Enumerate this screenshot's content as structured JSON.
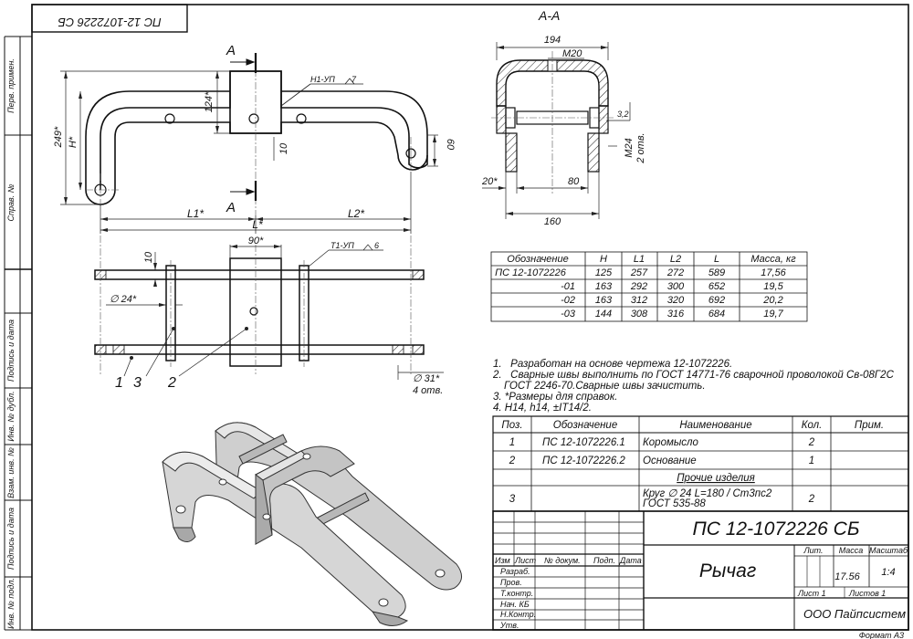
{
  "corner_stamp": "ПС 12-1072226 СБ",
  "side_labels": {
    "perv_primen": "Перв. примен.",
    "sprav_no": "Справ. №",
    "podpis_data_1": "Подпись и дата",
    "inv_dubl": "Инв. № дубл.",
    "vzam_inv": "Взам. инв. №",
    "podpis_data_2": "Подпись и дата",
    "inv_podl": "Инв. № подл."
  },
  "section_title": "А-А",
  "view_labels": {
    "section_a_top": "А",
    "section_a_bottom": "А"
  },
  "front_view": {
    "dim_124": "124*",
    "dim_249": "249*",
    "dim_h": "H*",
    "dim_60": "60",
    "dim_10": "10",
    "dim_l1": "L1*",
    "dim_l2": "L2*",
    "dim_l": "L*",
    "weld_note": "Н1-УП",
    "weld_size": "7"
  },
  "top_view": {
    "dim_90": "90*",
    "dim_10": "10",
    "dim_d24": "∅ 24*",
    "dim_d31": "∅ 31*",
    "holes_note": "4 отв.",
    "weld_note": "Т1-УП",
    "weld_size": "6",
    "callouts": [
      "1",
      "3",
      "2"
    ]
  },
  "section_view": {
    "dim_194": "194",
    "dim_m20": "M20",
    "dim_32": "3,2",
    "dim_m24": "M24",
    "holes_note": "2 отв.",
    "dim_20": "20*",
    "dim_80": "80",
    "dim_160": "160"
  },
  "variants_table": {
    "headers": [
      "Обозначение",
      "H",
      "L1",
      "L2",
      "L",
      "Масса, кг"
    ],
    "rows": [
      [
        "ПС 12-1072226",
        "125",
        "257",
        "272",
        "589",
        "17,56"
      ],
      [
        "-01",
        "163",
        "292",
        "300",
        "652",
        "19,5"
      ],
      [
        "-02",
        "163",
        "312",
        "320",
        "692",
        "20,2"
      ],
      [
        "-03",
        "144",
        "308",
        "316",
        "684",
        "19,7"
      ]
    ]
  },
  "notes": [
    "1.   Разработан на основе чертежа 12-1072226.",
    "2.   Сварные швы выполнить по ГОСТ 14771-76 сварочной проволокой Св-08Г2С",
    "ГОСТ 2246-70.Сварные швы зачистить.",
    "3. *Размеры для справок.",
    "4. H14, h14, ±IT14/2."
  ],
  "spec_table": {
    "headers": [
      "Поз.",
      "Обозначение",
      "Наименование",
      "Кол.",
      "Прим."
    ],
    "rows": [
      {
        "pos": "1",
        "code": "ПС 12-1072226.1",
        "name": "Коромысло",
        "qty": "2"
      },
      {
        "pos": "2",
        "code": "ПС 12-1072226.2",
        "name": "Основание",
        "qty": "1"
      },
      {
        "pos": "",
        "code": "",
        "name": "Прочие изделия",
        "qty": ""
      },
      {
        "pos": "3",
        "code": "",
        "name": "Круг ∅ 24 L=180 / Ст3пс2",
        "name2": "ГОСТ 535-88",
        "qty": "2"
      }
    ]
  },
  "title_block": {
    "designation": "ПС 12-1072226 СБ",
    "name": "Рычаг",
    "organization": "ООО Пайпсистем",
    "hdr_izm": "Изм",
    "hdr_list": "Лист",
    "hdr_doc": "№ докум.",
    "hdr_podp": "Подп.",
    "hdr_data": "Дата",
    "roles": [
      "Разраб.",
      "Пров.",
      "Т.контр.",
      "Нач. КБ",
      "Н.Контр.",
      "Утв."
    ],
    "lit_label": "Лит.",
    "mass_label": "Масса",
    "scale_label": "Масштаб",
    "mass_value": "17.56",
    "scale_value": "1:4",
    "sheet_label": "Лист 1",
    "sheets_label": "Листов 1"
  },
  "format_label": "Формат А3"
}
